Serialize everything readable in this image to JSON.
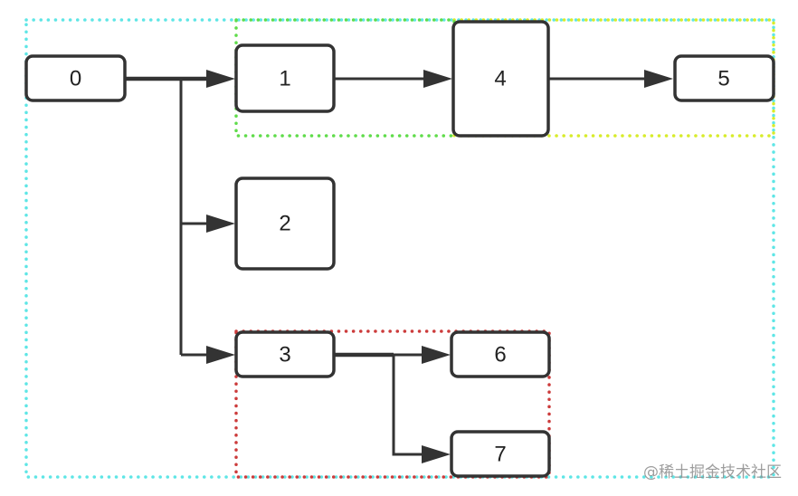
{
  "diagram": {
    "type": "tree-flow",
    "nodes": [
      {
        "id": "0",
        "label": "0"
      },
      {
        "id": "1",
        "label": "1"
      },
      {
        "id": "2",
        "label": "2"
      },
      {
        "id": "3",
        "label": "3"
      },
      {
        "id": "4",
        "label": "4"
      },
      {
        "id": "5",
        "label": "5"
      },
      {
        "id": "6",
        "label": "6"
      },
      {
        "id": "7",
        "label": "7"
      }
    ],
    "edges": [
      {
        "from": "0",
        "to": "1"
      },
      {
        "from": "0",
        "to": "2"
      },
      {
        "from": "0",
        "to": "3"
      },
      {
        "from": "1",
        "to": "4"
      },
      {
        "from": "4",
        "to": "5"
      },
      {
        "from": "3",
        "to": "6"
      },
      {
        "from": "3",
        "to": "7"
      }
    ],
    "regions": [
      {
        "name": "outer",
        "color": "#5ee6e6",
        "contains": [
          "0",
          "1",
          "2",
          "3",
          "4",
          "5",
          "6",
          "7"
        ]
      },
      {
        "name": "green",
        "color": "#5fdc4a",
        "contains": [
          "1",
          "4"
        ]
      },
      {
        "name": "yellow",
        "color": "#d8ec2a",
        "contains": [
          "4",
          "5"
        ]
      },
      {
        "name": "red",
        "color": "#cc3b3b",
        "contains": [
          "3",
          "6",
          "7"
        ]
      }
    ]
  },
  "watermark": "@稀土掘金技术社区"
}
